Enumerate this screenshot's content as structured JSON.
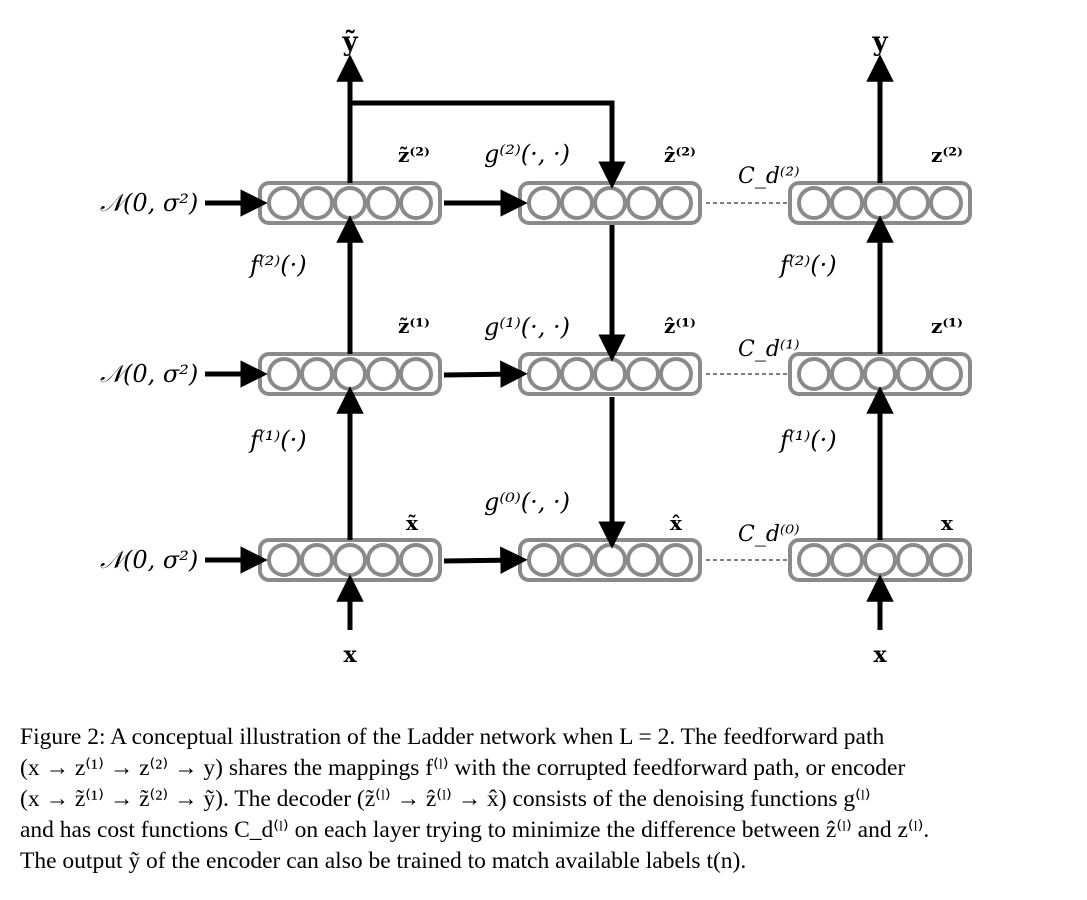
{
  "figure": {
    "noise_label": "𝒩(0, σ²)",
    "top_labels": {
      "encoder_output": "ỹ",
      "clean_output": "y"
    },
    "bottom_labels": {
      "encoder_input": "x",
      "clean_input": "x"
    },
    "layer_labels": {
      "corrupted": [
        "x̃",
        "z̃⁽¹⁾",
        "z̃⁽²⁾"
      ],
      "decoder": [
        "x̂",
        "ẑ⁽¹⁾",
        "ẑ⁽²⁾"
      ],
      "clean": [
        "x",
        "z⁽¹⁾",
        "z⁽²⁾"
      ]
    },
    "encoder_mappings": [
      "f⁽¹⁾(·)",
      "f⁽²⁾(·)"
    ],
    "decoder_mappings": [
      "g⁽⁰⁾(·, ·)",
      "g⁽¹⁾(·, ·)",
      "g⁽²⁾(·, ·)"
    ],
    "costs": [
      "C_d⁽⁰⁾",
      "C_d⁽¹⁾",
      "C_d⁽²⁾"
    ]
  },
  "caption": {
    "prefix": "Figure 2:",
    "lines": [
      "A conceptual illustration of the Ladder network when L = 2. The feedforward path",
      "(x → z⁽¹⁾ → z⁽²⁾ → y) shares the mappings f⁽ˡ⁾ with the corrupted feedforward path, or encoder",
      "(x → z̃⁽¹⁾ → z̃⁽²⁾ → ỹ). The decoder (z̃⁽ˡ⁾ → ẑ⁽ˡ⁾ → x̂) consists of the denoising functions g⁽ˡ⁾",
      "and has cost functions C_d⁽ˡ⁾ on each layer trying to minimize the difference between ẑ⁽ˡ⁾ and z⁽ˡ⁾.",
      "The output ỹ of the encoder can also be trained to match available labels t(n)."
    ]
  }
}
